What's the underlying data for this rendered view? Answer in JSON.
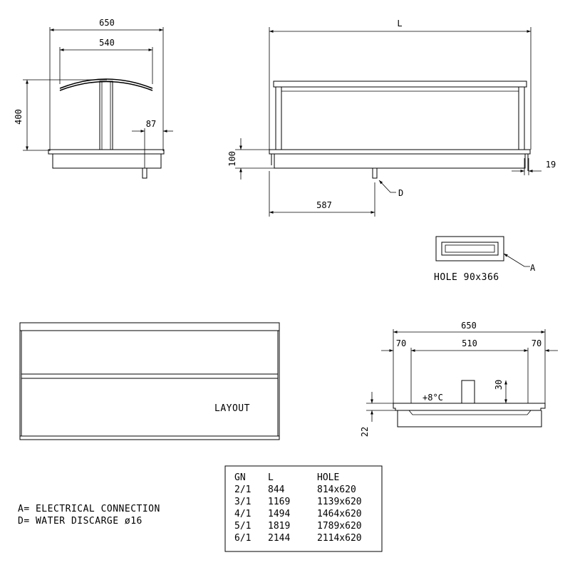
{
  "dims": {
    "front_width_outer": "650",
    "front_width_inner": "540",
    "front_height": "400",
    "front_offset": "87",
    "side_length": "L",
    "side_base_height": "100",
    "side_drain_pos": "587",
    "side_edge": "19",
    "section_width": "650",
    "section_left": "70",
    "section_mid": "510",
    "section_right": "70",
    "section_depth": "30",
    "section_rim": "22",
    "section_temp": "+8°C"
  },
  "labels": {
    "hole": "HOLE 90x366",
    "marker_a": "A",
    "marker_d": "D",
    "layout": "LAYOUT"
  },
  "legend": {
    "a": "A= ELECTRICAL CONNECTION",
    "d": "D= WATER DISCARGE ø16"
  },
  "table": {
    "headers": [
      "GN",
      "L",
      "HOLE"
    ],
    "rows": [
      [
        "2/1",
        "844",
        "814x620"
      ],
      [
        "3/1",
        "1169",
        "1139x620"
      ],
      [
        "4/1",
        "1494",
        "1464x620"
      ],
      [
        "5/1",
        "1819",
        "1789x620"
      ],
      [
        "6/1",
        "2144",
        "2114x620"
      ]
    ]
  }
}
